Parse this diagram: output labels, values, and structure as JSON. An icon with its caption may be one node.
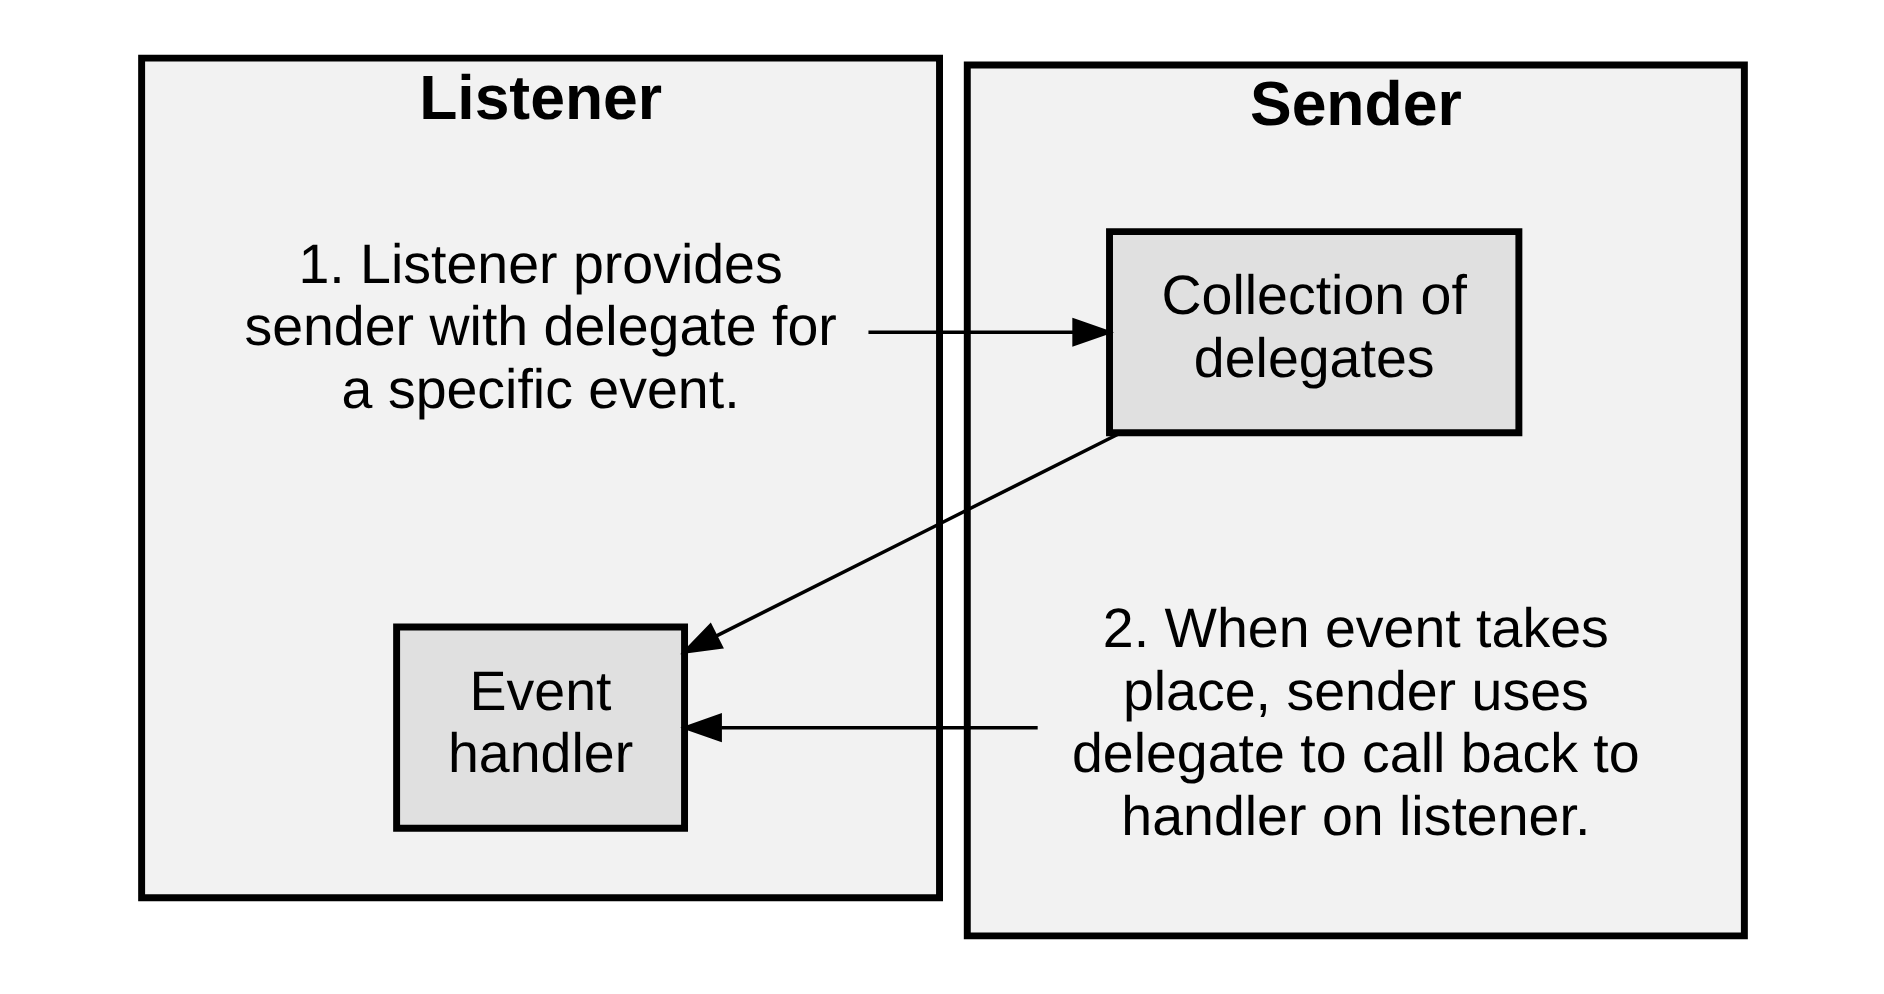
{
  "diagram": {
    "nodes": [
      {
        "text": [
          "Listener"
        ]
      },
      {
        "text": [
          "1. Listener provides sender with delegate for a specific event."
        ],
        "in": 0
      },
      {
        "text": [
          "Event handler"
        ],
        "in": 0
      },
      {
        "text": [
          "Sender"
        ]
      },
      {
        "text": [
          "Collection of delegates"
        ],
        "in": 3
      },
      {
        "text": [
          "2. When event takes place, sender uses delegate to call back to handler on listener."
        ],
        "in": 3
      }
    ],
    "edges": [
      {
        "from": 1,
        "to": 4,
        "arrow": "to"
      },
      {
        "from": 4,
        "to": 2,
        "arrow": "to"
      },
      {
        "from": 5,
        "to": 2,
        "arrow": "to"
      }
    ]
  }
}
